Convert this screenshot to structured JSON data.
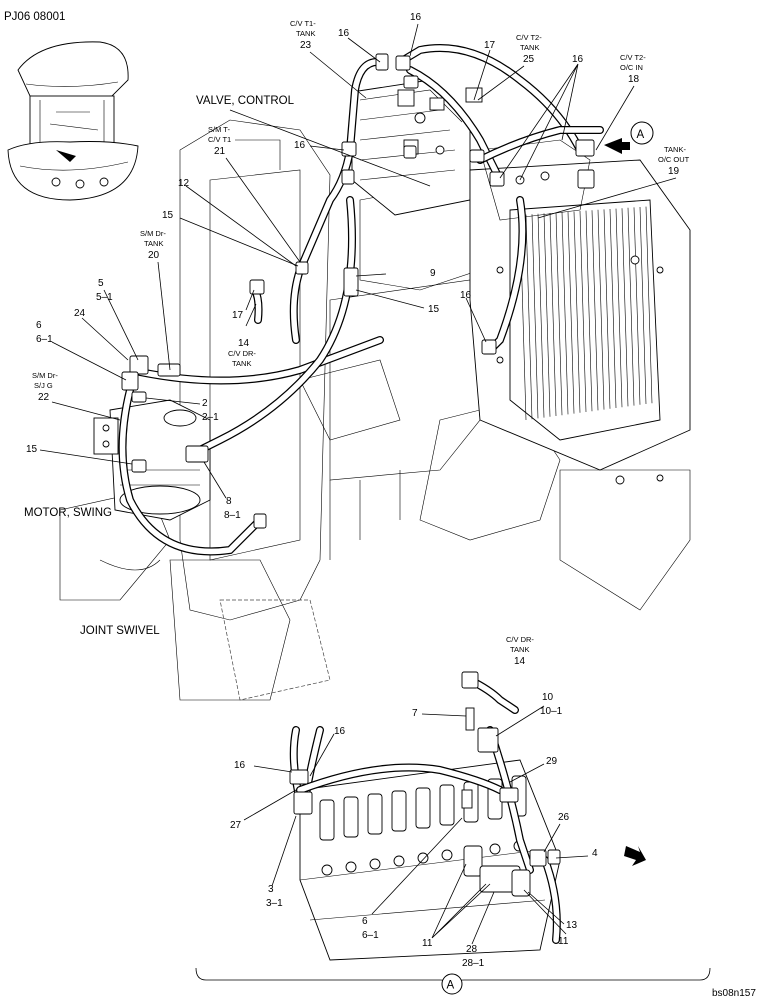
{
  "header": {
    "page_code": "PJ06 08001"
  },
  "footer": {
    "figure_id": "bs08n157"
  },
  "titles": {
    "valve_control": "VALVE, CONTROL",
    "motor_swing": "MOTOR, SWING",
    "joint_swivel": "JOINT SWIVEL"
  },
  "hose_labels": {
    "cv_t1_tank": [
      "C/V T1-",
      "TANK",
      "23"
    ],
    "cv_t2_tank": [
      "C/V T2-",
      "TANK",
      "25"
    ],
    "cv_t2_oc_in": [
      "C/V T2-",
      "O/C IN",
      "18"
    ],
    "tank_oc_out": [
      "TANK-",
      "O/C OUT",
      "19"
    ],
    "sm_t_cv_t1": [
      "S/M T-",
      "C/V T1",
      "21"
    ],
    "sm_dr_tank": [
      "S/M Dr-",
      "TANK",
      "20"
    ],
    "cv_dr_tank": [
      "C/V DR-",
      "TANK"
    ],
    "sm_dr_sj_g": [
      "S/M Dr-",
      "S/J G",
      "22"
    ],
    "cv_dr_tank_detail": [
      "C/V DR-",
      "TANK",
      "14"
    ]
  },
  "callouts": {
    "c16a": "16",
    "c16b": "16",
    "c16c": "16",
    "c16d": "16",
    "c16e": "16",
    "c16f": "16",
    "c17a": "17",
    "c17b": "17",
    "c12": "12",
    "c15a": "15",
    "c15b": "15",
    "c15c": "15",
    "c9": "9",
    "c14": "14",
    "c5": "5",
    "c5_1": "5–1",
    "c6": "6",
    "c6_1": "6–1",
    "c24": "24",
    "c2": "2",
    "c2_1": "2–1",
    "c8": "8",
    "c8_1": "8–1",
    "c7": "7",
    "c10": "10",
    "c10_1": "10–1",
    "c29": "29",
    "c27": "27",
    "c3": "3",
    "c3_1": "3–1",
    "c26": "26",
    "c4": "4",
    "c13": "13",
    "c6b": "6",
    "c6b_1": "6–1",
    "c11a": "11",
    "c11b": "11",
    "c28": "28",
    "c28_1": "28–1"
  },
  "view_markers": {
    "top": "A",
    "bottom": "A"
  }
}
